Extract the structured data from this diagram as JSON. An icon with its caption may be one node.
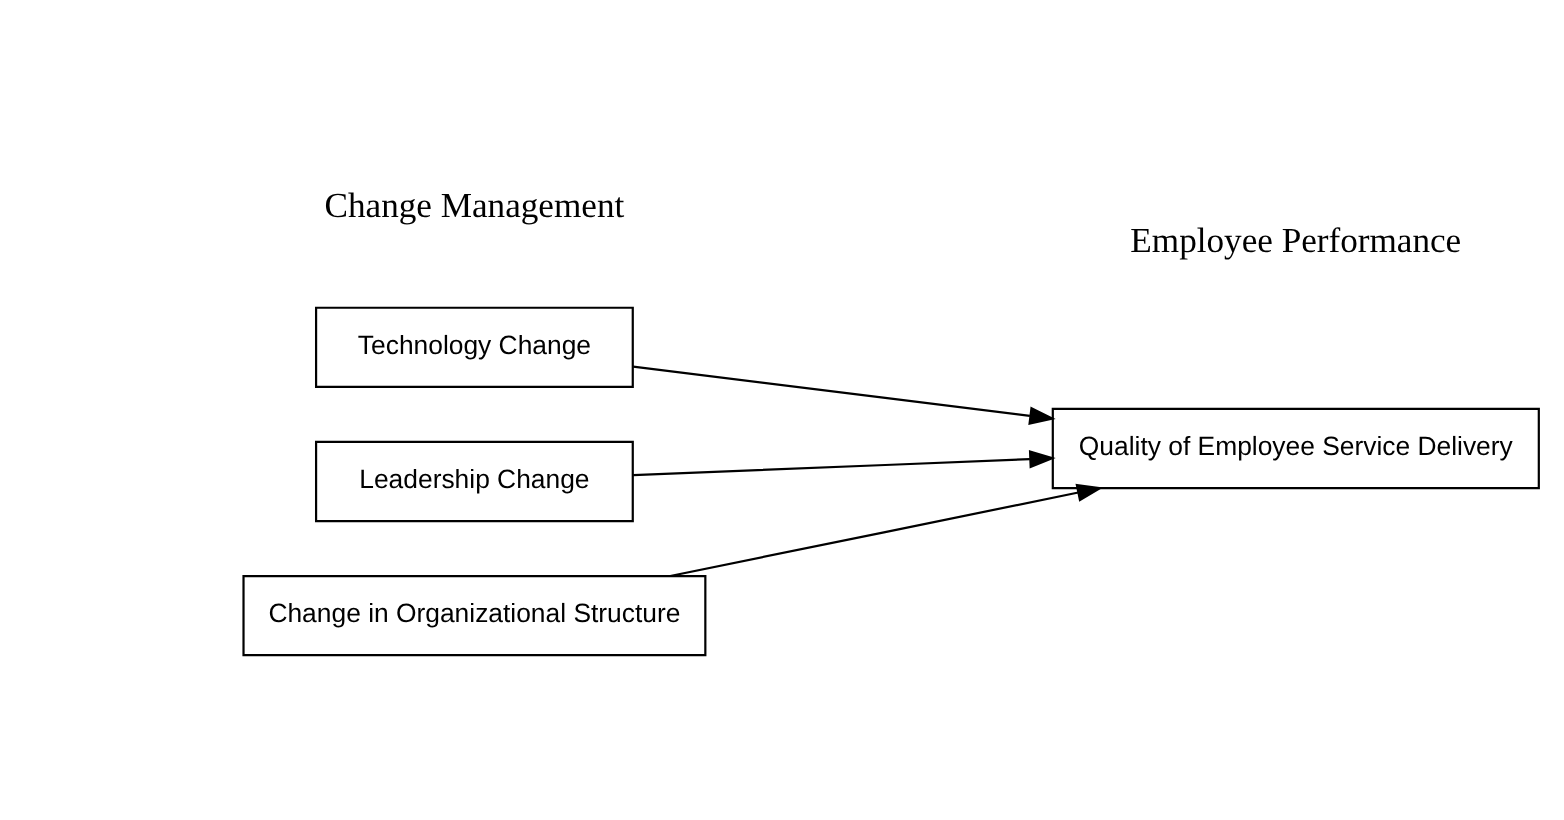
{
  "diagram": {
    "nodes": [
      {
        "text": [
          "Change in Organizational Structure"
        ]
      },
      {
        "text": [
          "Technology Change"
        ]
      },
      {
        "text": [
          "Leadership Change"
        ]
      },
      {
        "text": [
          "Quality of Employee Service Delivery"
        ]
      }
    ],
    "edges": [
      {
        "from": 0,
        "to": 3,
        "arrow": "to"
      },
      {
        "from": 1,
        "to": 3,
        "arrow": "to"
      },
      {
        "from": 2,
        "to": 3,
        "arrow": "to"
      }
    ],
    "labels": [
      "Change Management",
      "Employee Performance"
    ]
  }
}
